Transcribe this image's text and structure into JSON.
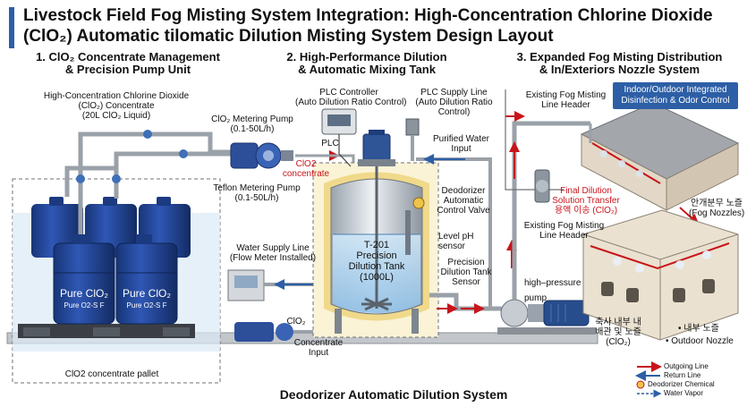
{
  "title": {
    "line1": "Livestock Field Fog Misting System Integration: High-Concentration Chlorine Dioxide",
    "line2": "(ClO₂) Automatic tilomatic Dilution Misting System Design Layout"
  },
  "sections": {
    "s1": {
      "line1": "1. ClO₂ Concentrate Management",
      "line2": "& Precision Pump Unit"
    },
    "s2": {
      "line1": "2. High-Performance Dilution",
      "line2": "& Automatic Mixing Tank"
    },
    "s3": {
      "line1": "3. Expanded Fog Misting Distribution",
      "line2": "& In/Exteriors Nozzle System"
    }
  },
  "labels": {
    "concentrate_line1": "High-Concentration Chlorine Dioxide",
    "concentrate_line2": "(ClO₂) Concentrate",
    "concentrate_line3": "(20L ClO₂ Liquid)",
    "metering_pump_line1": "ClO₂ Metering Pump",
    "metering_pump_line2": "(0.1-50L/h)",
    "clo2_concentrate_line1": "ClO2",
    "clo2_concentrate_line2": "concentrate",
    "teflon_pump_line1": "Teflon Metering Pump",
    "teflon_pump_line2": "(0.1-50L/h)",
    "plc_controller_line1": "PLC Controller",
    "plc_controller_line2": "(Auto Dilution Ratio Control)",
    "plc": "PLC",
    "plc_supply_line1": "PLC Supply Line",
    "plc_supply_line2": "(Auto Dilution Ratio",
    "plc_supply_line3": "Control)",
    "purified_water_line1": "Purified Water",
    "purified_water_line2": "Input",
    "deodorizer_valve_line1": "Deodorizer",
    "deodorizer_valve_line2": "Automatic",
    "deodorizer_valve_line3": "Control Valve",
    "level_sensor_line1": "Level pH",
    "level_sensor_line2": "sensor",
    "precision_sensor_line1": "Precision",
    "precision_sensor_line2": "Dilution Tank",
    "precision_sensor_line3": "Sensor",
    "tank_line1": "T-201",
    "tank_line2": "Precision",
    "tank_line3": "Dilution Tank",
    "tank_line4": "(1000L)",
    "water_supply_line1": "Water Supply Line",
    "water_supply_line2": "(Flow Meter Installed)",
    "clo2_small": "ClO₂",
    "concentrate_input_line1": "Concentrate",
    "concentrate_input_line2": "Input",
    "drum_label": "Pure ClO₂",
    "drum_sub": "Pure O2-S F",
    "pallet": "ClO2 concentrate  pallet",
    "header_top_line1": "Existing Fog Misting",
    "header_top_line2": "Line Header",
    "transfer_line1": "Final Dilution",
    "transfer_line2": "Solution Transfer",
    "transfer_line3": "용액 이송 (ClO₂)",
    "header_bottom_line1": "Existing Fog Misting",
    "header_bottom_line2": "Line Header",
    "hp_pump_line1": "high–pressure",
    "hp_pump_line2": "pump",
    "fog_nozzles_line1": "안개분무 노즐",
    "fog_nozzles_line2": "(Fog Nozzles)",
    "inner_piping_line1": "축사 내부 내",
    "inner_piping_line2": "배관 및 노즐",
    "inner_piping_line3": "(ClO₂)",
    "inner_nozzle": "• 내부 노즐",
    "outdoor_nozzle": "• Outdoor Nozzle"
  },
  "banner": {
    "line1": "Indoor/Outdoor Integrated",
    "line2": "Disinfection & Odor Control"
  },
  "legend": {
    "outgoing": "Outgoing Line",
    "return": "Return Line",
    "chemical": "Deodorizer Chemical",
    "vapor": "Water Vapor"
  },
  "footer": "Deodorizer Automatic Dilution System",
  "colors": {
    "accent_blue": "#2d5fa6",
    "flow_red": "#c8151b",
    "drum_blue": "#1f3f8f",
    "pipe_gray": "#b9bec4",
    "tank_steel": "#c9d0d8",
    "insulation": "#f0d98a",
    "barn_roof": "#a3a6aa",
    "barn_wall": "#e3d8c7"
  }
}
